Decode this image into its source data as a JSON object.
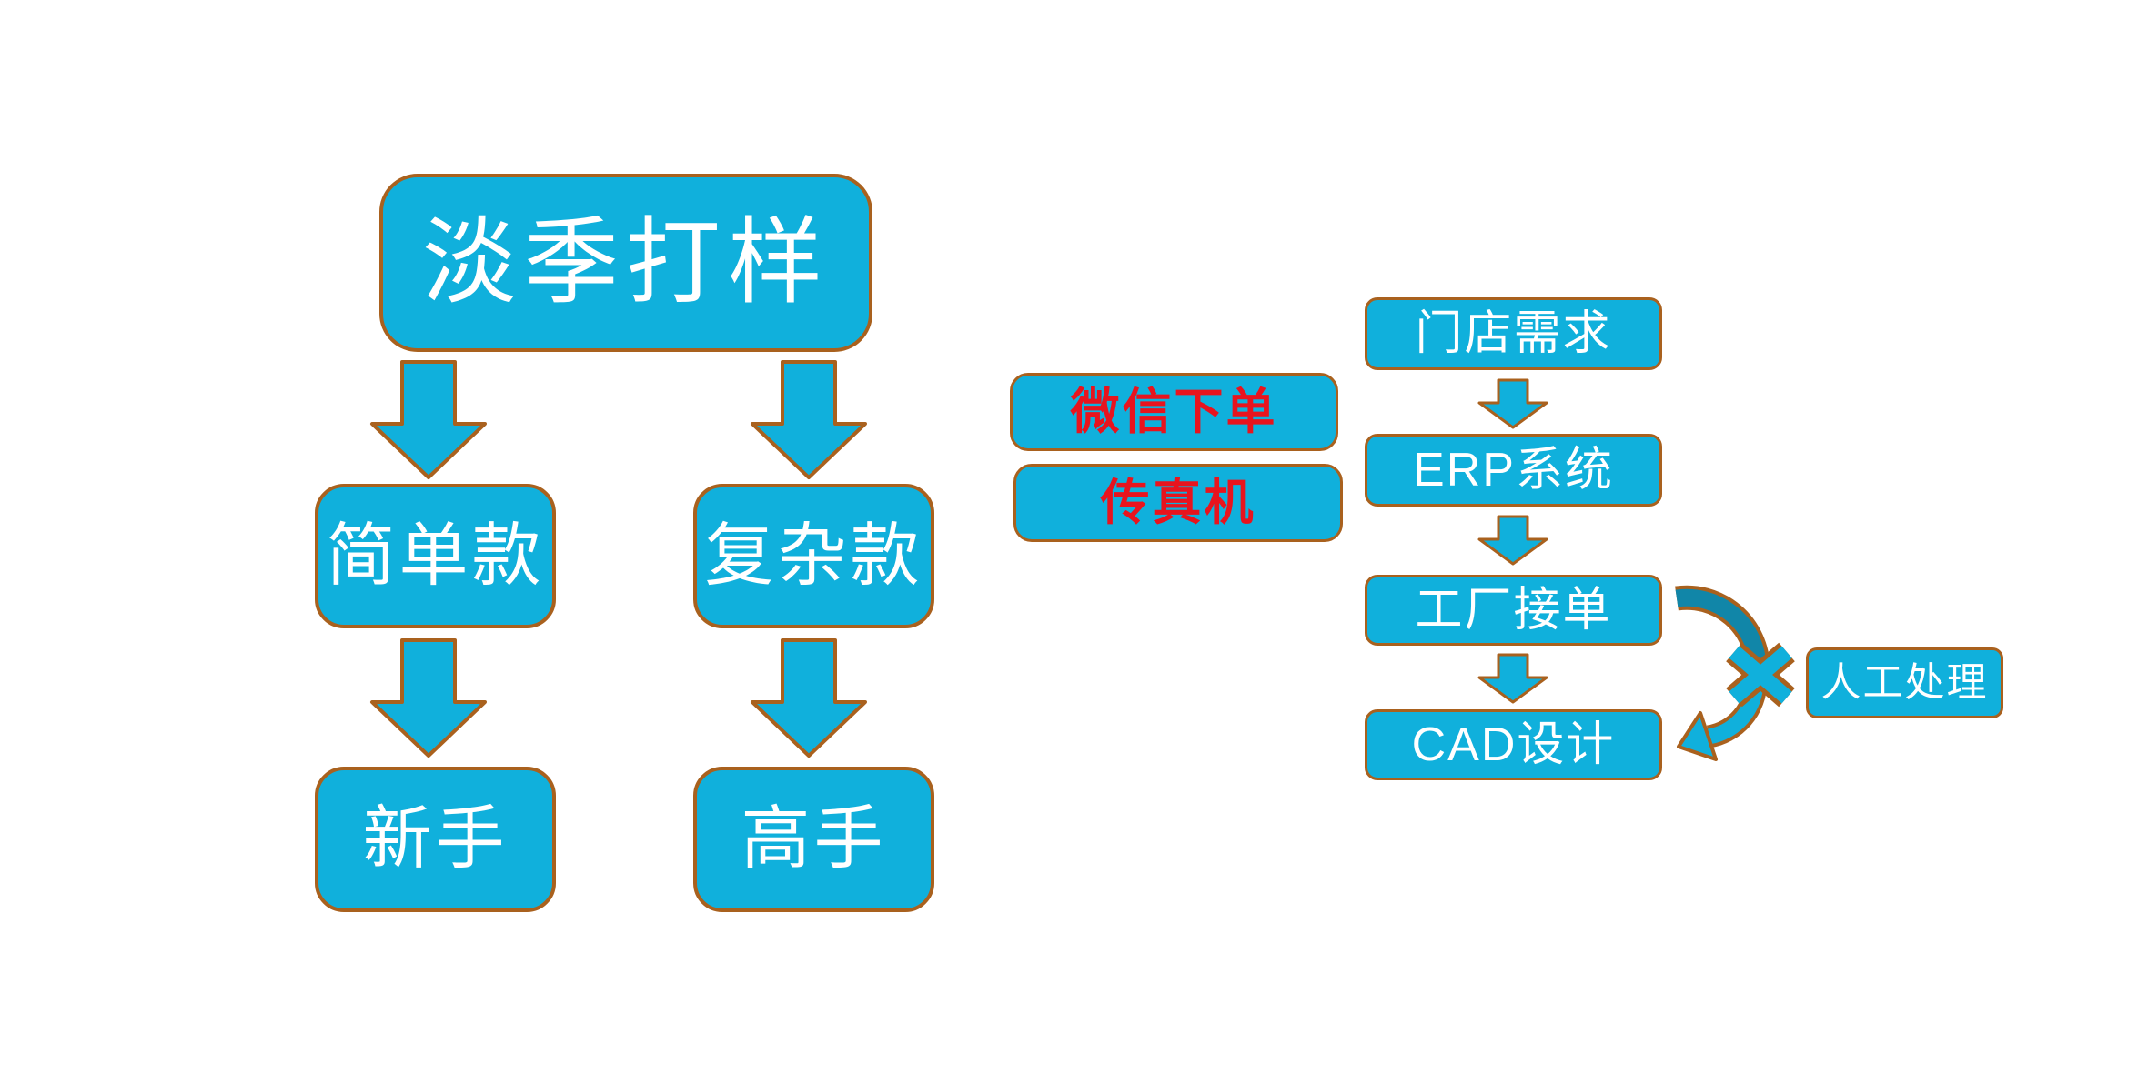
{
  "colors": {
    "background": "#ffffff",
    "node_fill": "#10b0dc",
    "node_border": "#a9611e",
    "dark_arc": "#1186a8",
    "red_text": "#e8141e",
    "white_text": "#ffffff"
  },
  "left_flow": {
    "root": "淡季打样",
    "level2": [
      {
        "label": "简单款"
      },
      {
        "label": "复杂款"
      }
    ],
    "level3": [
      {
        "label": "新手"
      },
      {
        "label": "高手"
      }
    ]
  },
  "order_channels": [
    {
      "label": "微信下单"
    },
    {
      "label": "传真机"
    }
  ],
  "right_flow": {
    "steps": [
      {
        "label": "门店需求"
      },
      {
        "label": "ERP系统"
      },
      {
        "label": "工厂接单"
      },
      {
        "label": "CAD设计"
      }
    ],
    "exception": {
      "label": "人工处理"
    }
  }
}
